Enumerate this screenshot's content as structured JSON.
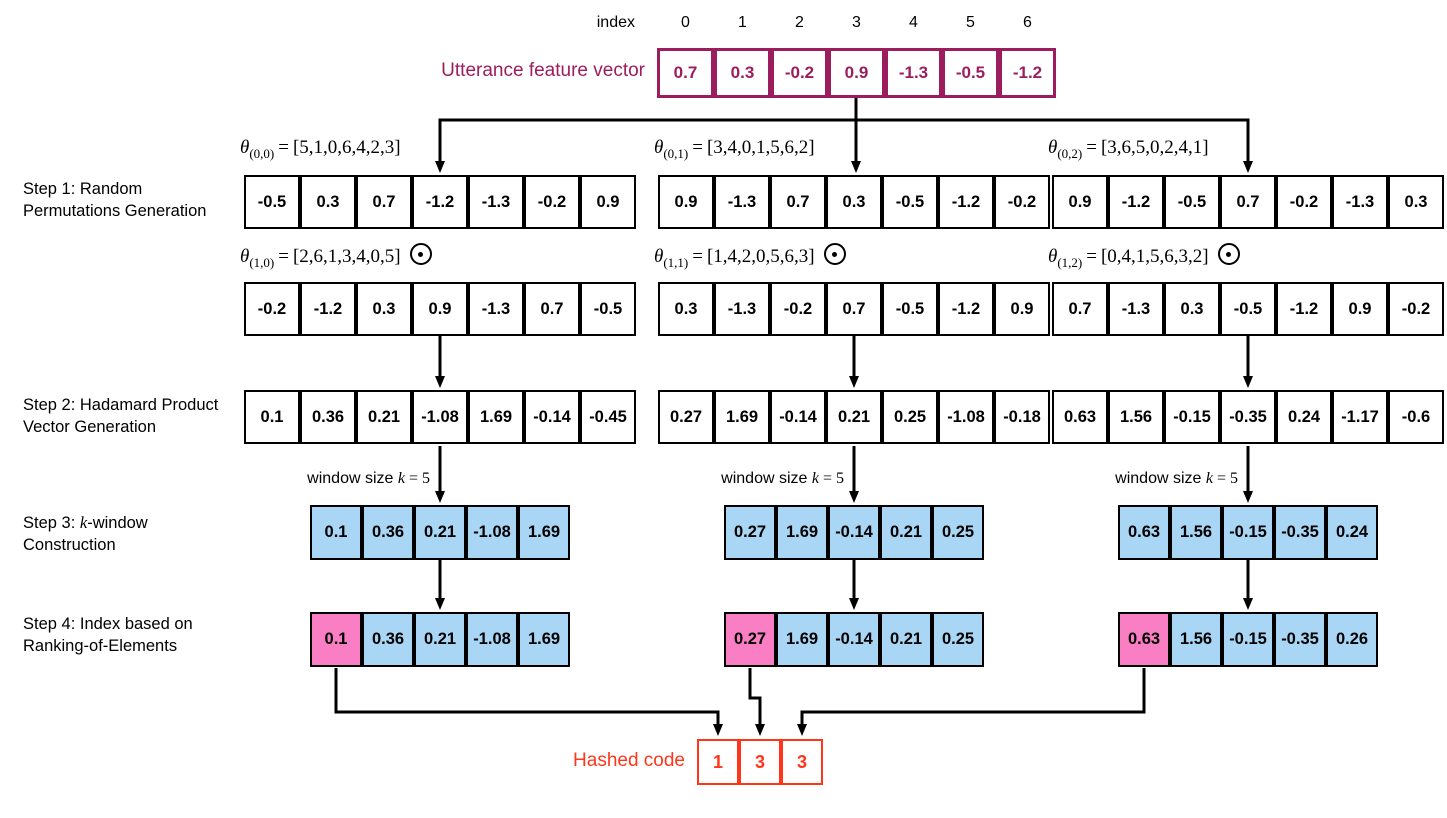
{
  "colors": {
    "magenta": "#9C1D5E",
    "blue": "#A9D6F5",
    "pink": "#FA7EC4",
    "orange": "#FF3619",
    "line": "#000000"
  },
  "index_row": {
    "label": "index",
    "values": [
      "0",
      "1",
      "2",
      "3",
      "4",
      "5",
      "6"
    ]
  },
  "utterance": {
    "label": "Utterance feature vector",
    "values": [
      "0.7",
      "0.3",
      "-0.2",
      "0.9",
      "-1.3",
      "-0.5",
      "-1.2"
    ]
  },
  "math": {
    "theta": "θ",
    "eq": "="
  },
  "icons": {
    "odot": "circled-dot-hadamard-operator",
    "arrow": "black-arrowhead"
  },
  "steps": {
    "step1": {
      "line1": "Step 1: Random",
      "line2": "Permutations Generation"
    },
    "step2": {
      "line1": "Step 2: Hadamard Product",
      "line2": "Vector Generation"
    },
    "step3": {
      "line1_pre": "Step 3: ",
      "line1_k": "k",
      "line1_post": "-window",
      "line2": "Construction"
    },
    "step4": {
      "line1": "Step 4: Index based on",
      "line2": "Ranking-of-Elements"
    }
  },
  "window_label": {
    "prefix": "window size ",
    "k": "k",
    "rest": " = 5"
  },
  "columns": [
    {
      "perm_top": {
        "sub": "(0,0)",
        "list": "[5,1,0,6,4,2,3]"
      },
      "step1_top": [
        "-0.5",
        "0.3",
        "0.7",
        "-1.2",
        "-1.3",
        "-0.2",
        "0.9"
      ],
      "perm_bottom": {
        "sub": "(1,0)",
        "list": "[2,6,1,3,4,0,5]"
      },
      "step1_bottom": [
        "-0.2",
        "-1.2",
        "0.3",
        "0.9",
        "-1.3",
        "0.7",
        "-0.5"
      ],
      "step2": [
        "0.1",
        "0.36",
        "0.21",
        "-1.08",
        "1.69",
        "-0.14",
        "-0.45"
      ],
      "step3": [
        "0.1",
        "0.36",
        "0.21",
        "-1.08",
        "1.69"
      ],
      "step4": [
        "0.1",
        "0.36",
        "0.21",
        "-1.08",
        "1.69"
      ]
    },
    {
      "perm_top": {
        "sub": "(0,1)",
        "list": "[3,4,0,1,5,6,2]"
      },
      "step1_top": [
        "0.9",
        "-1.3",
        "0.7",
        "0.3",
        "-0.5",
        "-1.2",
        "-0.2"
      ],
      "perm_bottom": {
        "sub": "(1,1)",
        "list": "[1,4,2,0,5,6,3]"
      },
      "step1_bottom": [
        "0.3",
        "-1.3",
        "-0.2",
        "0.7",
        "-0.5",
        "-1.2",
        "0.9"
      ],
      "step2": [
        "0.27",
        "1.69",
        "-0.14",
        "0.21",
        "0.25",
        "-1.08",
        "-0.18"
      ],
      "step3": [
        "0.27",
        "1.69",
        "-0.14",
        "0.21",
        "0.25"
      ],
      "step4": [
        "0.27",
        "1.69",
        "-0.14",
        "0.21",
        "0.25"
      ]
    },
    {
      "perm_top": {
        "sub": "(0,2)",
        "list": "[3,6,5,0,2,4,1]"
      },
      "step1_top": [
        "0.9",
        "-1.2",
        "-0.5",
        "0.7",
        "-0.2",
        "-1.3",
        "0.3"
      ],
      "perm_bottom": {
        "sub": "(1,2)",
        "list": "[0,4,1,5,6,3,2]"
      },
      "step1_bottom": [
        "0.7",
        "-1.3",
        "0.3",
        "-0.5",
        "-1.2",
        "0.9",
        "-0.2"
      ],
      "step2": [
        "0.63",
        "1.56",
        "-0.15",
        "-0.35",
        "0.24",
        "-1.17",
        "-0.6"
      ],
      "step3": [
        "0.63",
        "1.56",
        "-0.15",
        "-0.35",
        "0.24"
      ],
      "step4": [
        "0.63",
        "1.56",
        "-0.15",
        "-0.35",
        "0.26"
      ]
    }
  ],
  "hashed": {
    "label": "Hashed code",
    "values": [
      "1",
      "3",
      "3"
    ]
  }
}
